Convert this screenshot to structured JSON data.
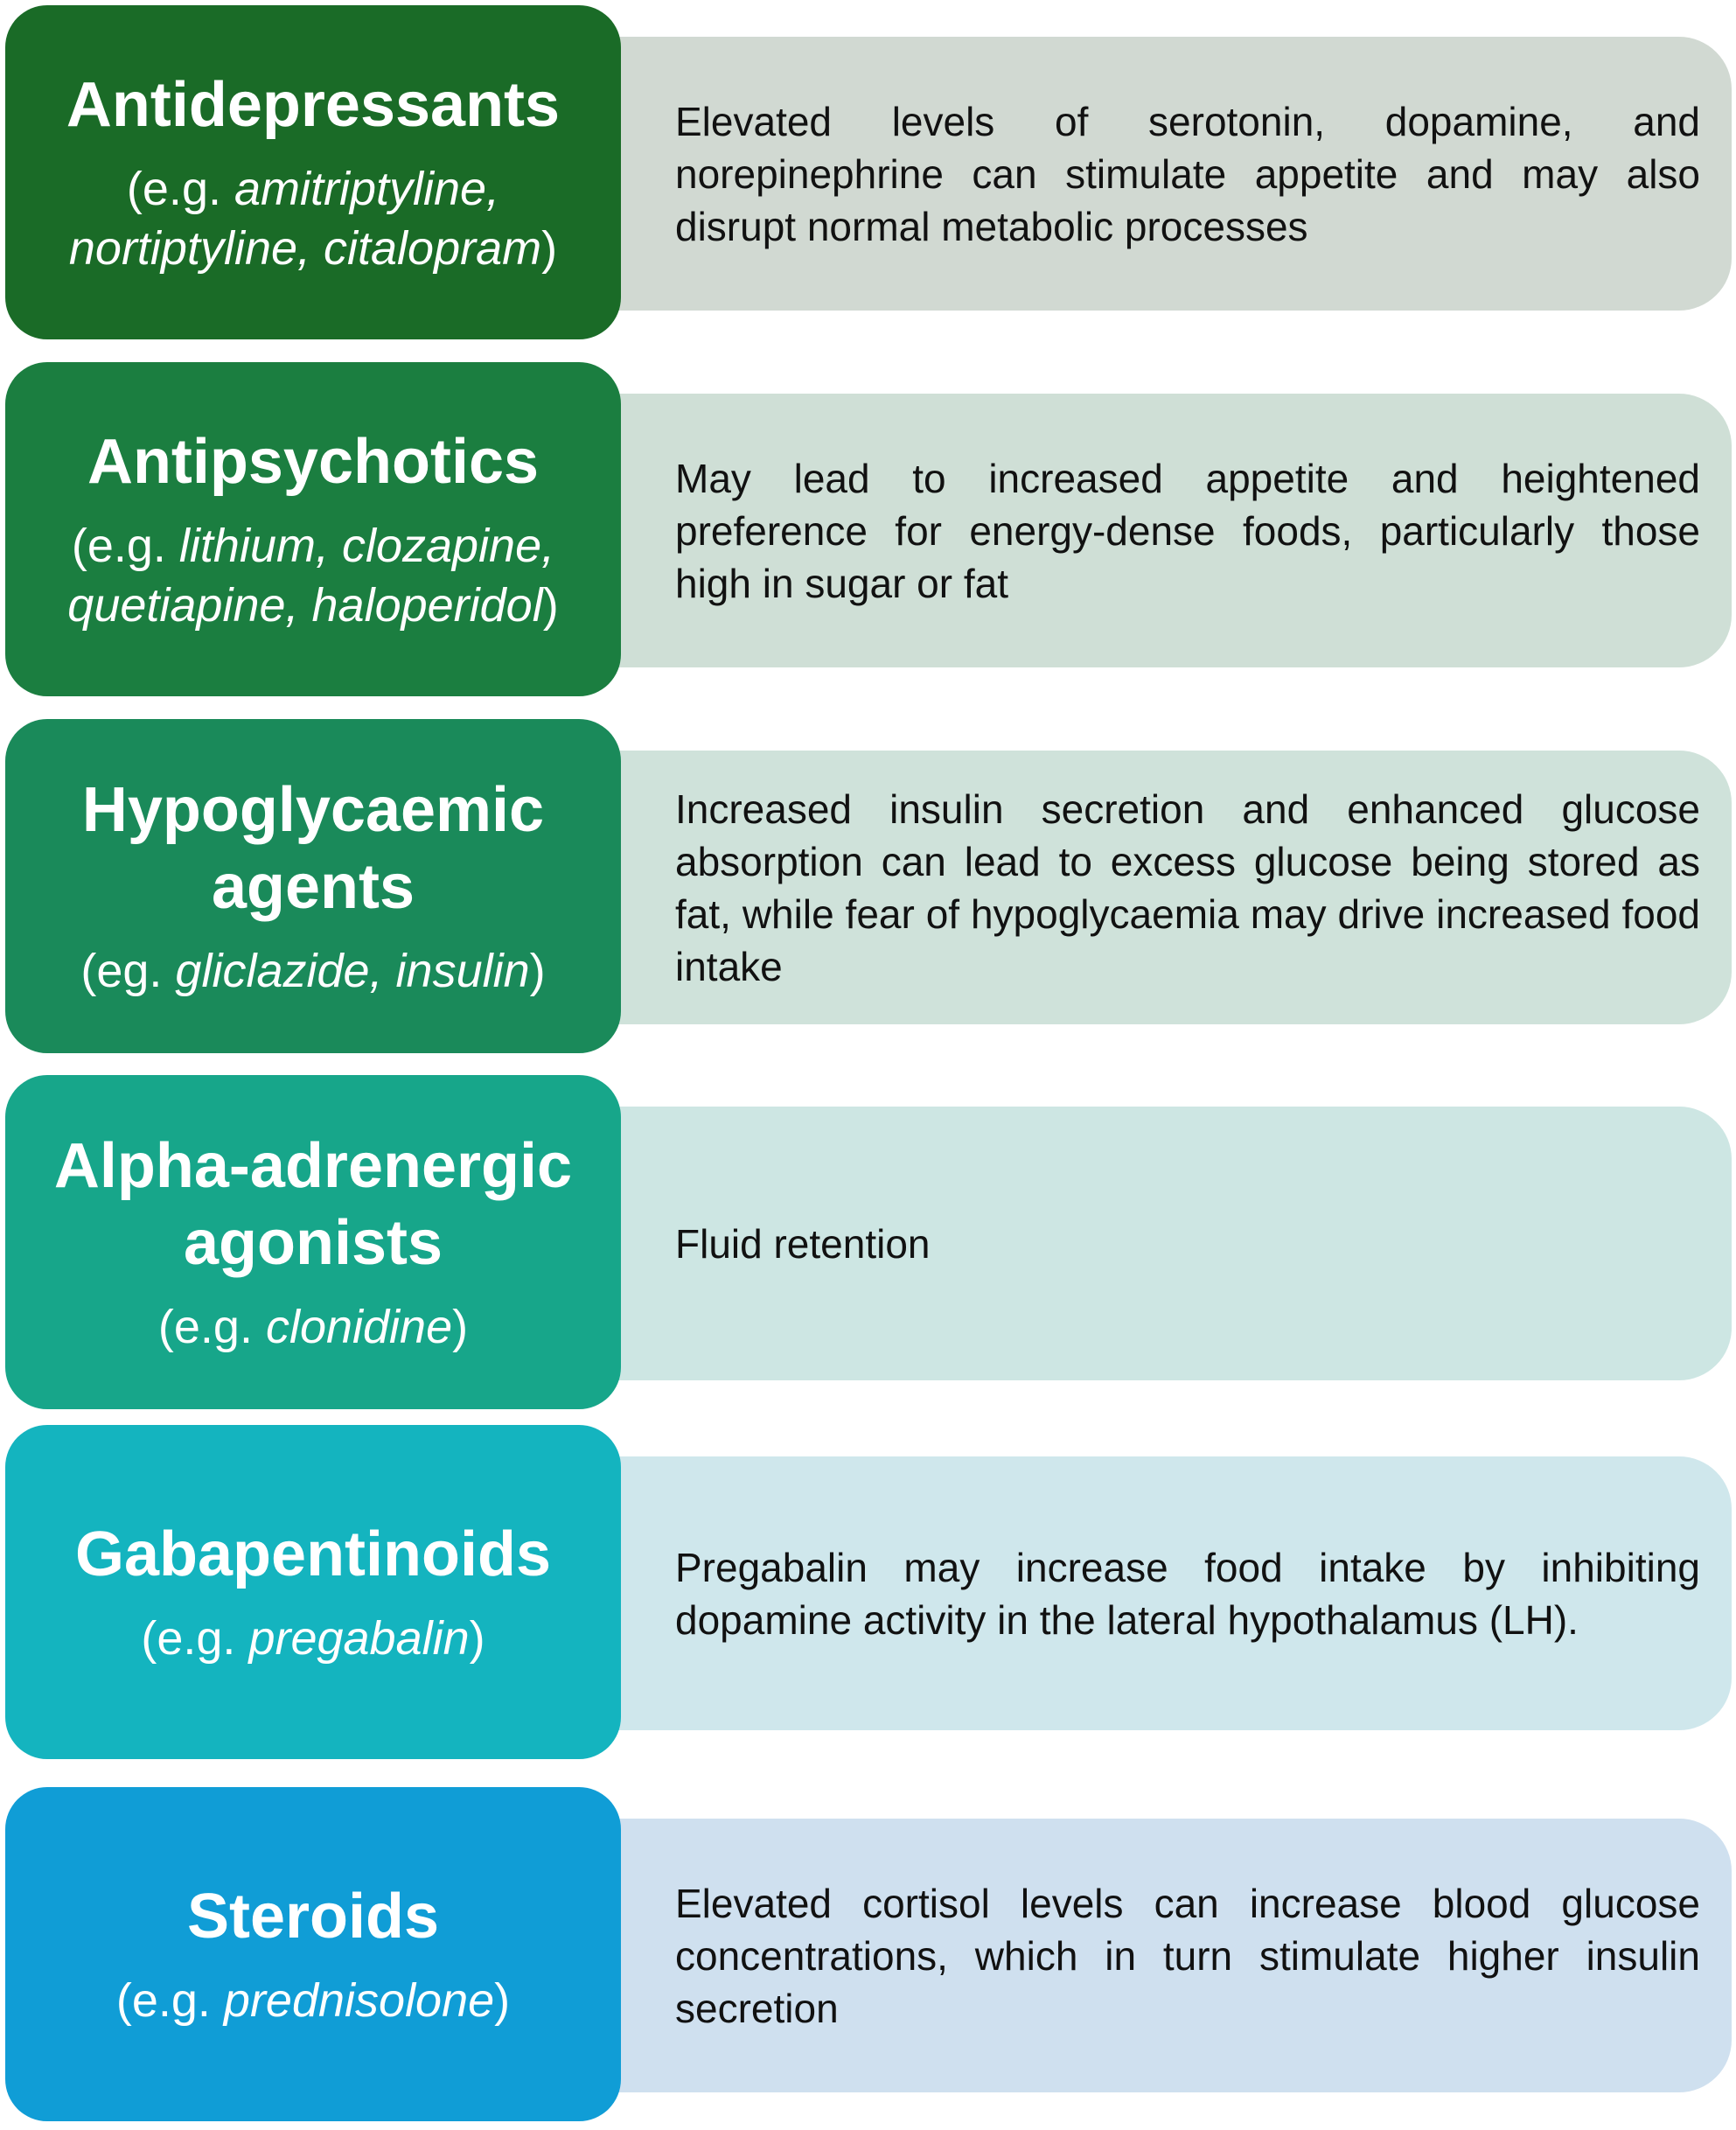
{
  "rows": [
    {
      "title": "Antidepressants",
      "ex_prefix": "(e.g. ",
      "ex_italic": "amitriptyline, nortiptyline, citalopram",
      "ex_suffix": ")",
      "description": "Elevated levels of serotonin, dopamine, and norepinephrine can stimulate appetite and may also disrupt normal metabolic processes",
      "color": "#1a6b27",
      "bg": "#d1d9d2"
    },
    {
      "title": "Antipsychotics",
      "ex_prefix": "(e.g. ",
      "ex_italic": "lithium, clozapine, quetiapine, haloperidol",
      "ex_suffix": ")",
      "description": "May lead to increased appetite and heightened preference for energy-dense foods, particularly those high in sugar or fat",
      "color": "#1b7e40",
      "bg": "#cfdfd6"
    },
    {
      "title": "Hypoglycaemic agents",
      "ex_prefix": "(eg. ",
      "ex_italic": "gliclazide, insulin",
      "ex_suffix": ")",
      "description": "Increased insulin secretion and enhanced glucose absorption can lead to excess glucose being stored as fat, while fear of hypoglycaemia may drive increased food intake",
      "color": "#1a8a5a",
      "bg": "#cfe2da"
    },
    {
      "title": "Alpha-adrenergic agonists",
      "ex_prefix": "(e.g. ",
      "ex_italic": "clonidine",
      "ex_suffix": ")",
      "description": "Fluid retention",
      "color": "#17a68a",
      "bg": "#cde6e3"
    },
    {
      "title": "Gabapentinoids",
      "ex_prefix": "(e.g. ",
      "ex_italic": "pregabalin",
      "ex_suffix": ")",
      "description": "Pregabalin may increase food intake by inhibiting dopamine activity in the lateral hypothalamus (LH).",
      "color": "#14b4bf",
      "bg": "#cfe7ec"
    },
    {
      "title": "Steroids",
      "ex_prefix": "(e.g. ",
      "ex_italic": "prednisolone",
      "ex_suffix": ")",
      "description": "Elevated cortisol levels can increase blood glucose concentrations, which in turn stimulate higher insulin secretion",
      "color": "#109dd6",
      "bg": "#cfe0ef"
    }
  ]
}
